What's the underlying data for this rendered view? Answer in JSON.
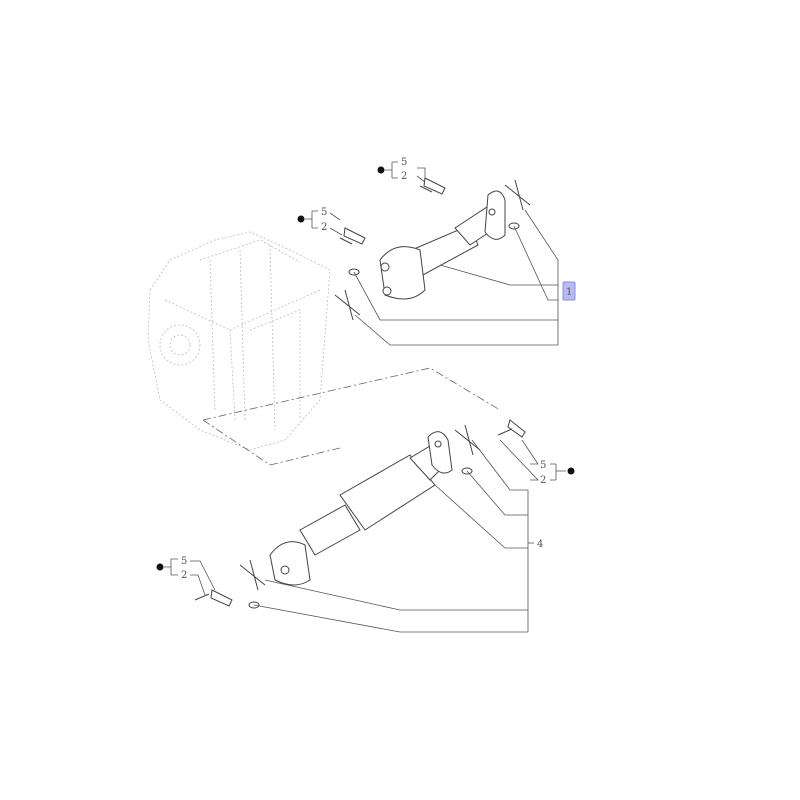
{
  "diagram": {
    "callouts": {
      "top_group_a": {
        "upper": "5",
        "lower": "2"
      },
      "top_group_b": {
        "upper": "5",
        "lower": "2"
      },
      "right_group": {
        "upper": "5",
        "lower": "2"
      },
      "bottom_group": {
        "upper": "5",
        "lower": "2"
      },
      "front_shaft": "1",
      "rear_shaft": "4"
    },
    "colors": {
      "highlight": "#8a8fe0",
      "line": "#444444"
    }
  }
}
